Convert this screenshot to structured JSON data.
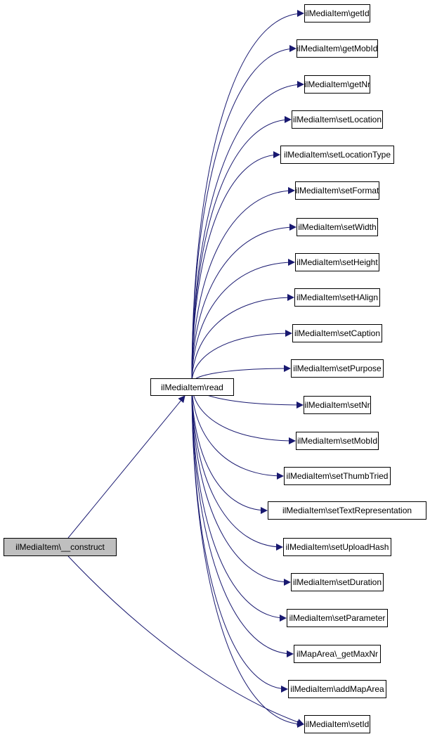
{
  "colors": {
    "edge": "#191970",
    "root_fill": "#bfbfbf",
    "node_fill": "#ffffff",
    "border": "#000000"
  },
  "graph": {
    "root": {
      "label": "ilMediaItem\\__construct"
    },
    "mid": {
      "label": "ilMediaItem\\read"
    },
    "callees": [
      {
        "label": "ilMediaItem\\getId"
      },
      {
        "label": "ilMediaItem\\getMobId"
      },
      {
        "label": "ilMediaItem\\getNr"
      },
      {
        "label": "ilMediaItem\\setLocation"
      },
      {
        "label": "ilMediaItem\\setLocationType"
      },
      {
        "label": "ilMediaItem\\setFormat"
      },
      {
        "label": "ilMediaItem\\setWidth"
      },
      {
        "label": "ilMediaItem\\setHeight"
      },
      {
        "label": "ilMediaItem\\setHAlign"
      },
      {
        "label": "ilMediaItem\\setCaption"
      },
      {
        "label": "ilMediaItem\\setPurpose"
      },
      {
        "label": "ilMediaItem\\setNr"
      },
      {
        "label": "ilMediaItem\\setMobId"
      },
      {
        "label": "ilMediaItem\\setThumbTried"
      },
      {
        "label": "ilMediaItem\\setTextRepresentation"
      },
      {
        "label": "ilMediaItem\\setUploadHash"
      },
      {
        "label": "ilMediaItem\\setDuration"
      },
      {
        "label": "ilMediaItem\\setParameter"
      },
      {
        "label": "ilMapArea\\_getMaxNr"
      },
      {
        "label": "ilMediaItem\\addMapArea"
      },
      {
        "label": "ilMediaItem\\setId"
      }
    ]
  }
}
